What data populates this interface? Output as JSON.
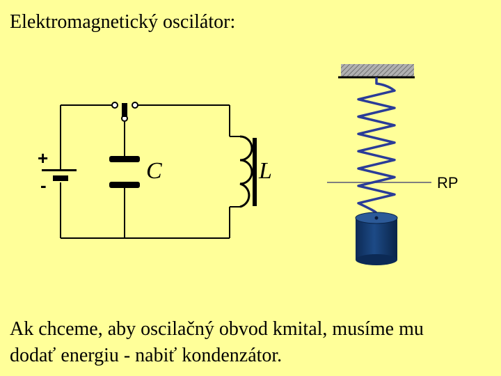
{
  "title": "Elektromagnetický oscilátor:",
  "circuit": {
    "plus_label": "+",
    "minus_label": "-",
    "capacitor_label": "C",
    "inductor_label": "L"
  },
  "spring": {
    "rest_position_label": "RP"
  },
  "caption": {
    "line1": "Ak chceme, aby oscilačný obvod kmital, musíme mu",
    "line2": "dodať energiu - nabiť kondenzátor."
  },
  "colors": {
    "background": "#ffff99",
    "wire": "#000000",
    "spring": "#2a3c98",
    "weight": "#14386a",
    "ceiling_hatch": "#8a8a8a",
    "rest_line": "#7f7f7f"
  }
}
